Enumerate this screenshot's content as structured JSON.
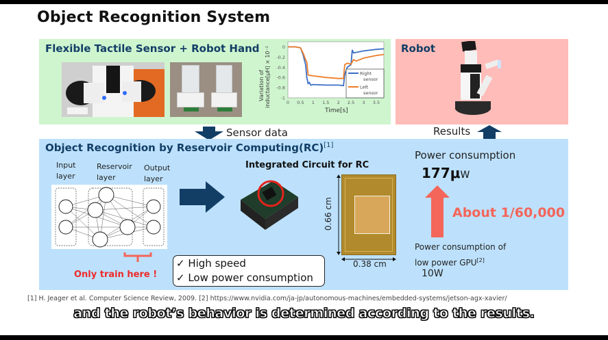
{
  "slide": {
    "title": "Object Recognition System",
    "footnotes": "[1] H. Jeager et al. Computer Science Review, 2009.   [2] https://www.nvidia.com/ja-jp/autonomous-machines/embedded-systems/jetson-agx-xavier/",
    "subtitle": "and the robot’s behavior is determined according to the results."
  },
  "sensor_panel": {
    "heading": "Flexible Tactile Sensor + Robot Hand",
    "photo_left": "robot hand with tactile sensors",
    "photo_right": "flexible tactile sensors"
  },
  "robot_panel": {
    "heading": "Robot",
    "photo": "service robot holding a bottle"
  },
  "flow": {
    "sensor_data_label": "Sensor data",
    "results_label": "Results"
  },
  "rc_panel": {
    "heading": "Object Recognition by Reservoir Computing(RC)",
    "heading_ref": "[1]",
    "layers": {
      "input": [
        "Input",
        "layer"
      ],
      "reservoir": [
        "Reservoir",
        "layer"
      ],
      "output": [
        "Output",
        "layer"
      ]
    },
    "train_note": "Only train here !",
    "ic_title": "Integrated Circuit for RC",
    "chip_height": "0.66 cm",
    "chip_width": "0.38 cm",
    "features": [
      "✓ High speed",
      "✓ Low power consumption"
    ],
    "power": {
      "label": "Power consumption",
      "value": "177μ",
      "unit": "W",
      "ratio": "About 1/60,000",
      "gpu_label_line1": "Power consumption of",
      "gpu_label_line2": "low power GPU",
      "gpu_ref": "[2]",
      "gpu_value": "10W"
    }
  },
  "colors": {
    "green_panel": "#cff5cf",
    "pink_panel": "#ffbcb8",
    "blue_panel": "#bde1fc",
    "heading": "#123e66",
    "arrow": "#123e66",
    "accent_red": "#f4655a",
    "train_red": "#ee2a2a"
  },
  "chart_data": {
    "type": "line",
    "title": "",
    "xlabel": "Time[s]",
    "ylabel": "Variation of inductance[μH] × 10⁻²",
    "xlim": [
      0,
      3.8
    ],
    "ylim": [
      -1,
      0.1
    ],
    "xticks": [
      "0",
      "0.5",
      "1",
      "1.5",
      "2",
      "2.5",
      "3",
      "3.5"
    ],
    "yticks": [
      "0",
      "-0.2",
      "-0.4",
      "-0.6",
      "-0.8",
      "-1"
    ],
    "legend": "bottom-right",
    "series": [
      {
        "name": "Right sensor",
        "color": "#3a6fc4",
        "x": [
          0,
          0.3,
          0.5,
          0.6,
          0.7,
          0.75,
          0.8,
          0.85,
          0.9,
          1.0,
          1.5,
          2.0,
          2.2,
          2.25,
          2.35,
          2.5,
          2.55,
          2.6,
          3.0,
          3.5,
          3.8
        ],
        "y": [
          0,
          0,
          -0.02,
          -0.15,
          -0.35,
          -0.6,
          -0.72,
          -0.7,
          -0.75,
          -0.74,
          -0.75,
          -0.75,
          -0.76,
          -0.55,
          -0.4,
          -0.35,
          -0.06,
          -0.12,
          -0.08,
          -0.05,
          -0.04
        ]
      },
      {
        "name": "Left sensor",
        "color": "#ee7d2a",
        "x": [
          0,
          0.3,
          0.5,
          0.6,
          0.7,
          0.75,
          0.8,
          0.85,
          1.0,
          1.5,
          2.0,
          2.2,
          2.25,
          2.35,
          2.5,
          2.6,
          2.7,
          3.0,
          3.5,
          3.8
        ],
        "y": [
          0,
          0,
          -0.02,
          -0.12,
          -0.25,
          -0.3,
          -0.55,
          -0.56,
          -0.57,
          -0.6,
          -0.62,
          -0.62,
          -0.35,
          -0.32,
          -0.34,
          -0.25,
          -0.28,
          -0.22,
          -0.17,
          -0.15
        ]
      }
    ]
  }
}
